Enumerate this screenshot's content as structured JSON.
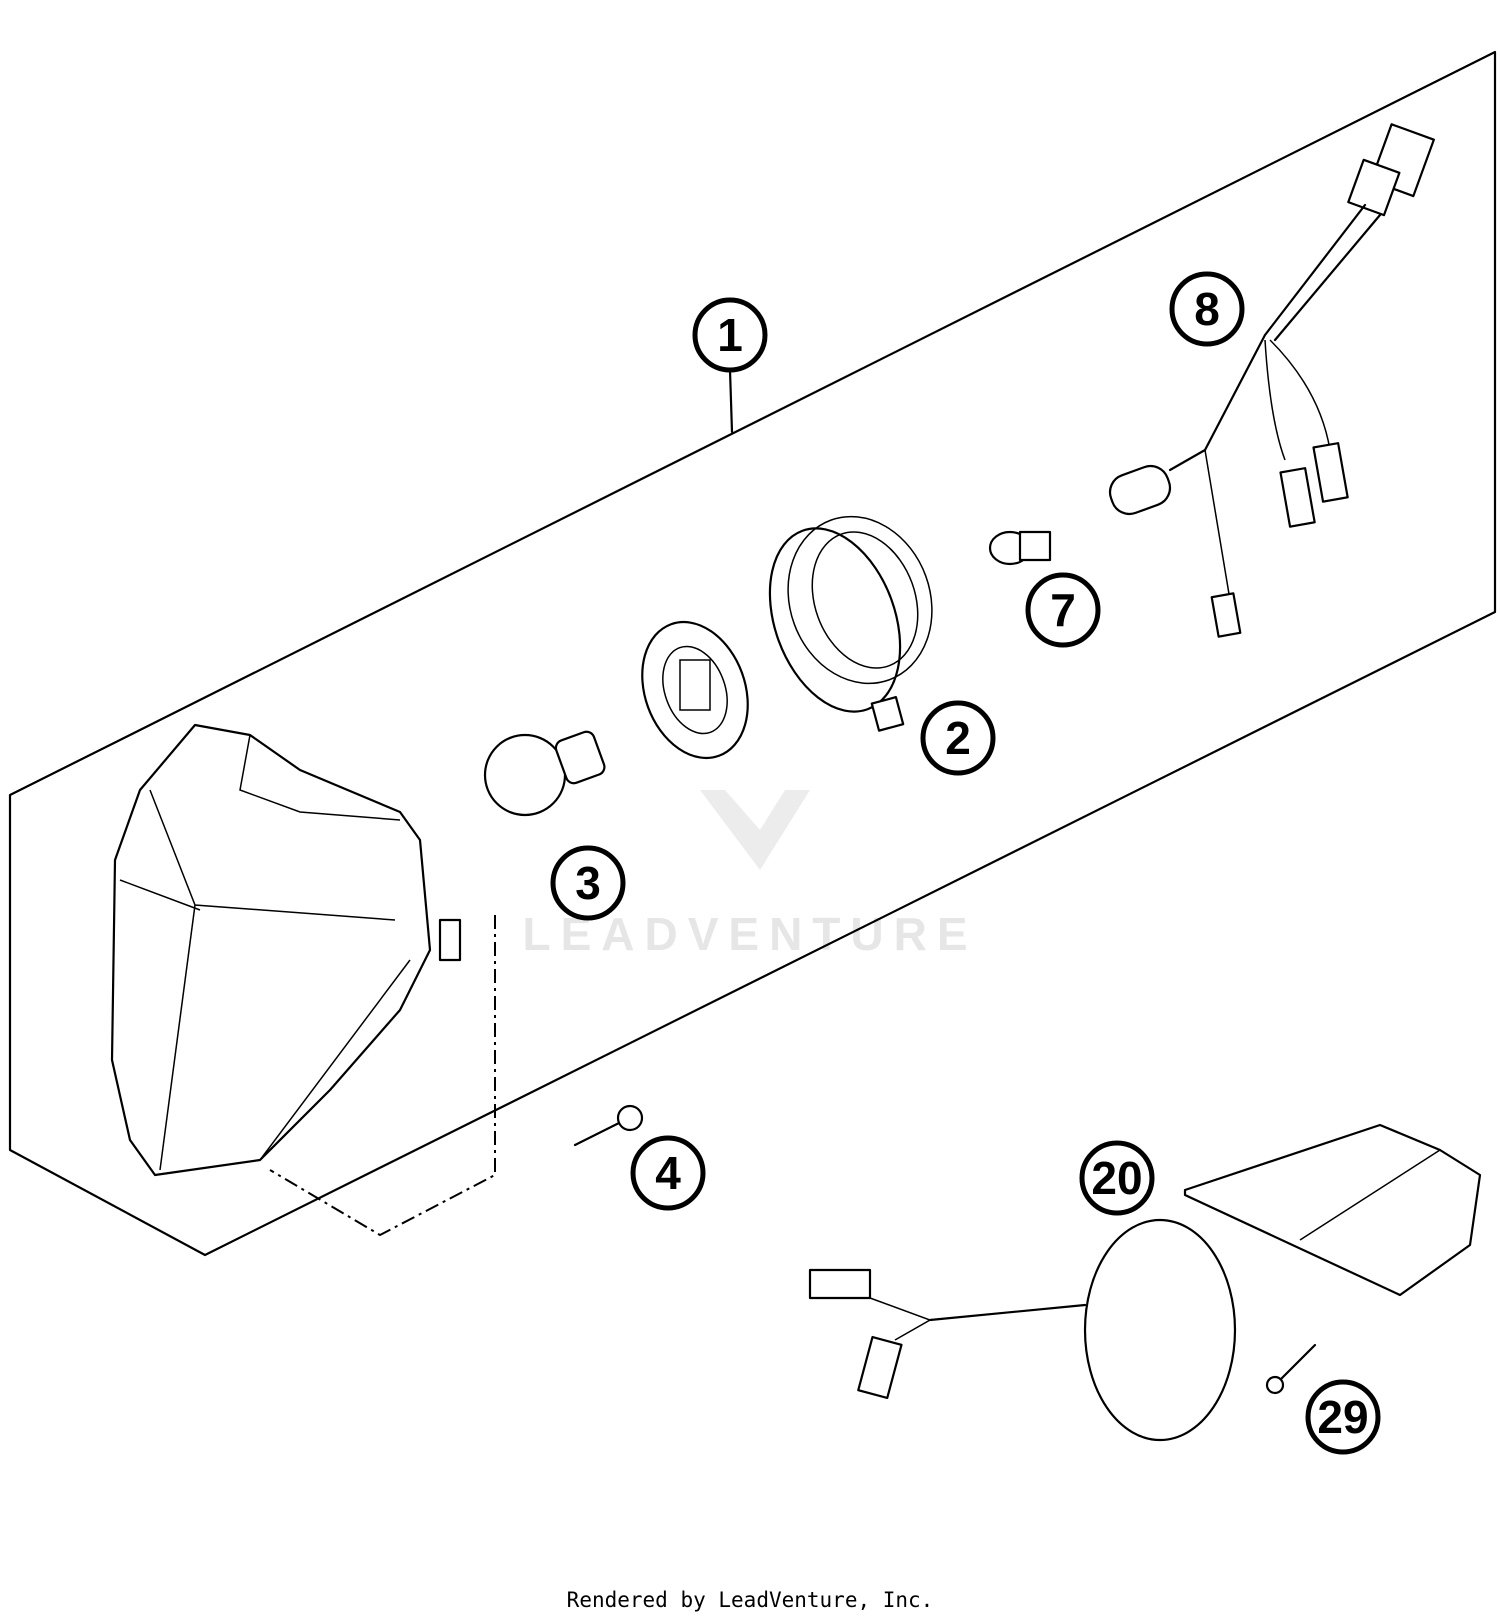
{
  "diagram": {
    "callouts": [
      "1",
      "2",
      "3",
      "4",
      "7",
      "8",
      "20",
      "29"
    ],
    "watermark": "LEADVENTURE"
  },
  "footer": "Rendered by LeadVenture, Inc."
}
